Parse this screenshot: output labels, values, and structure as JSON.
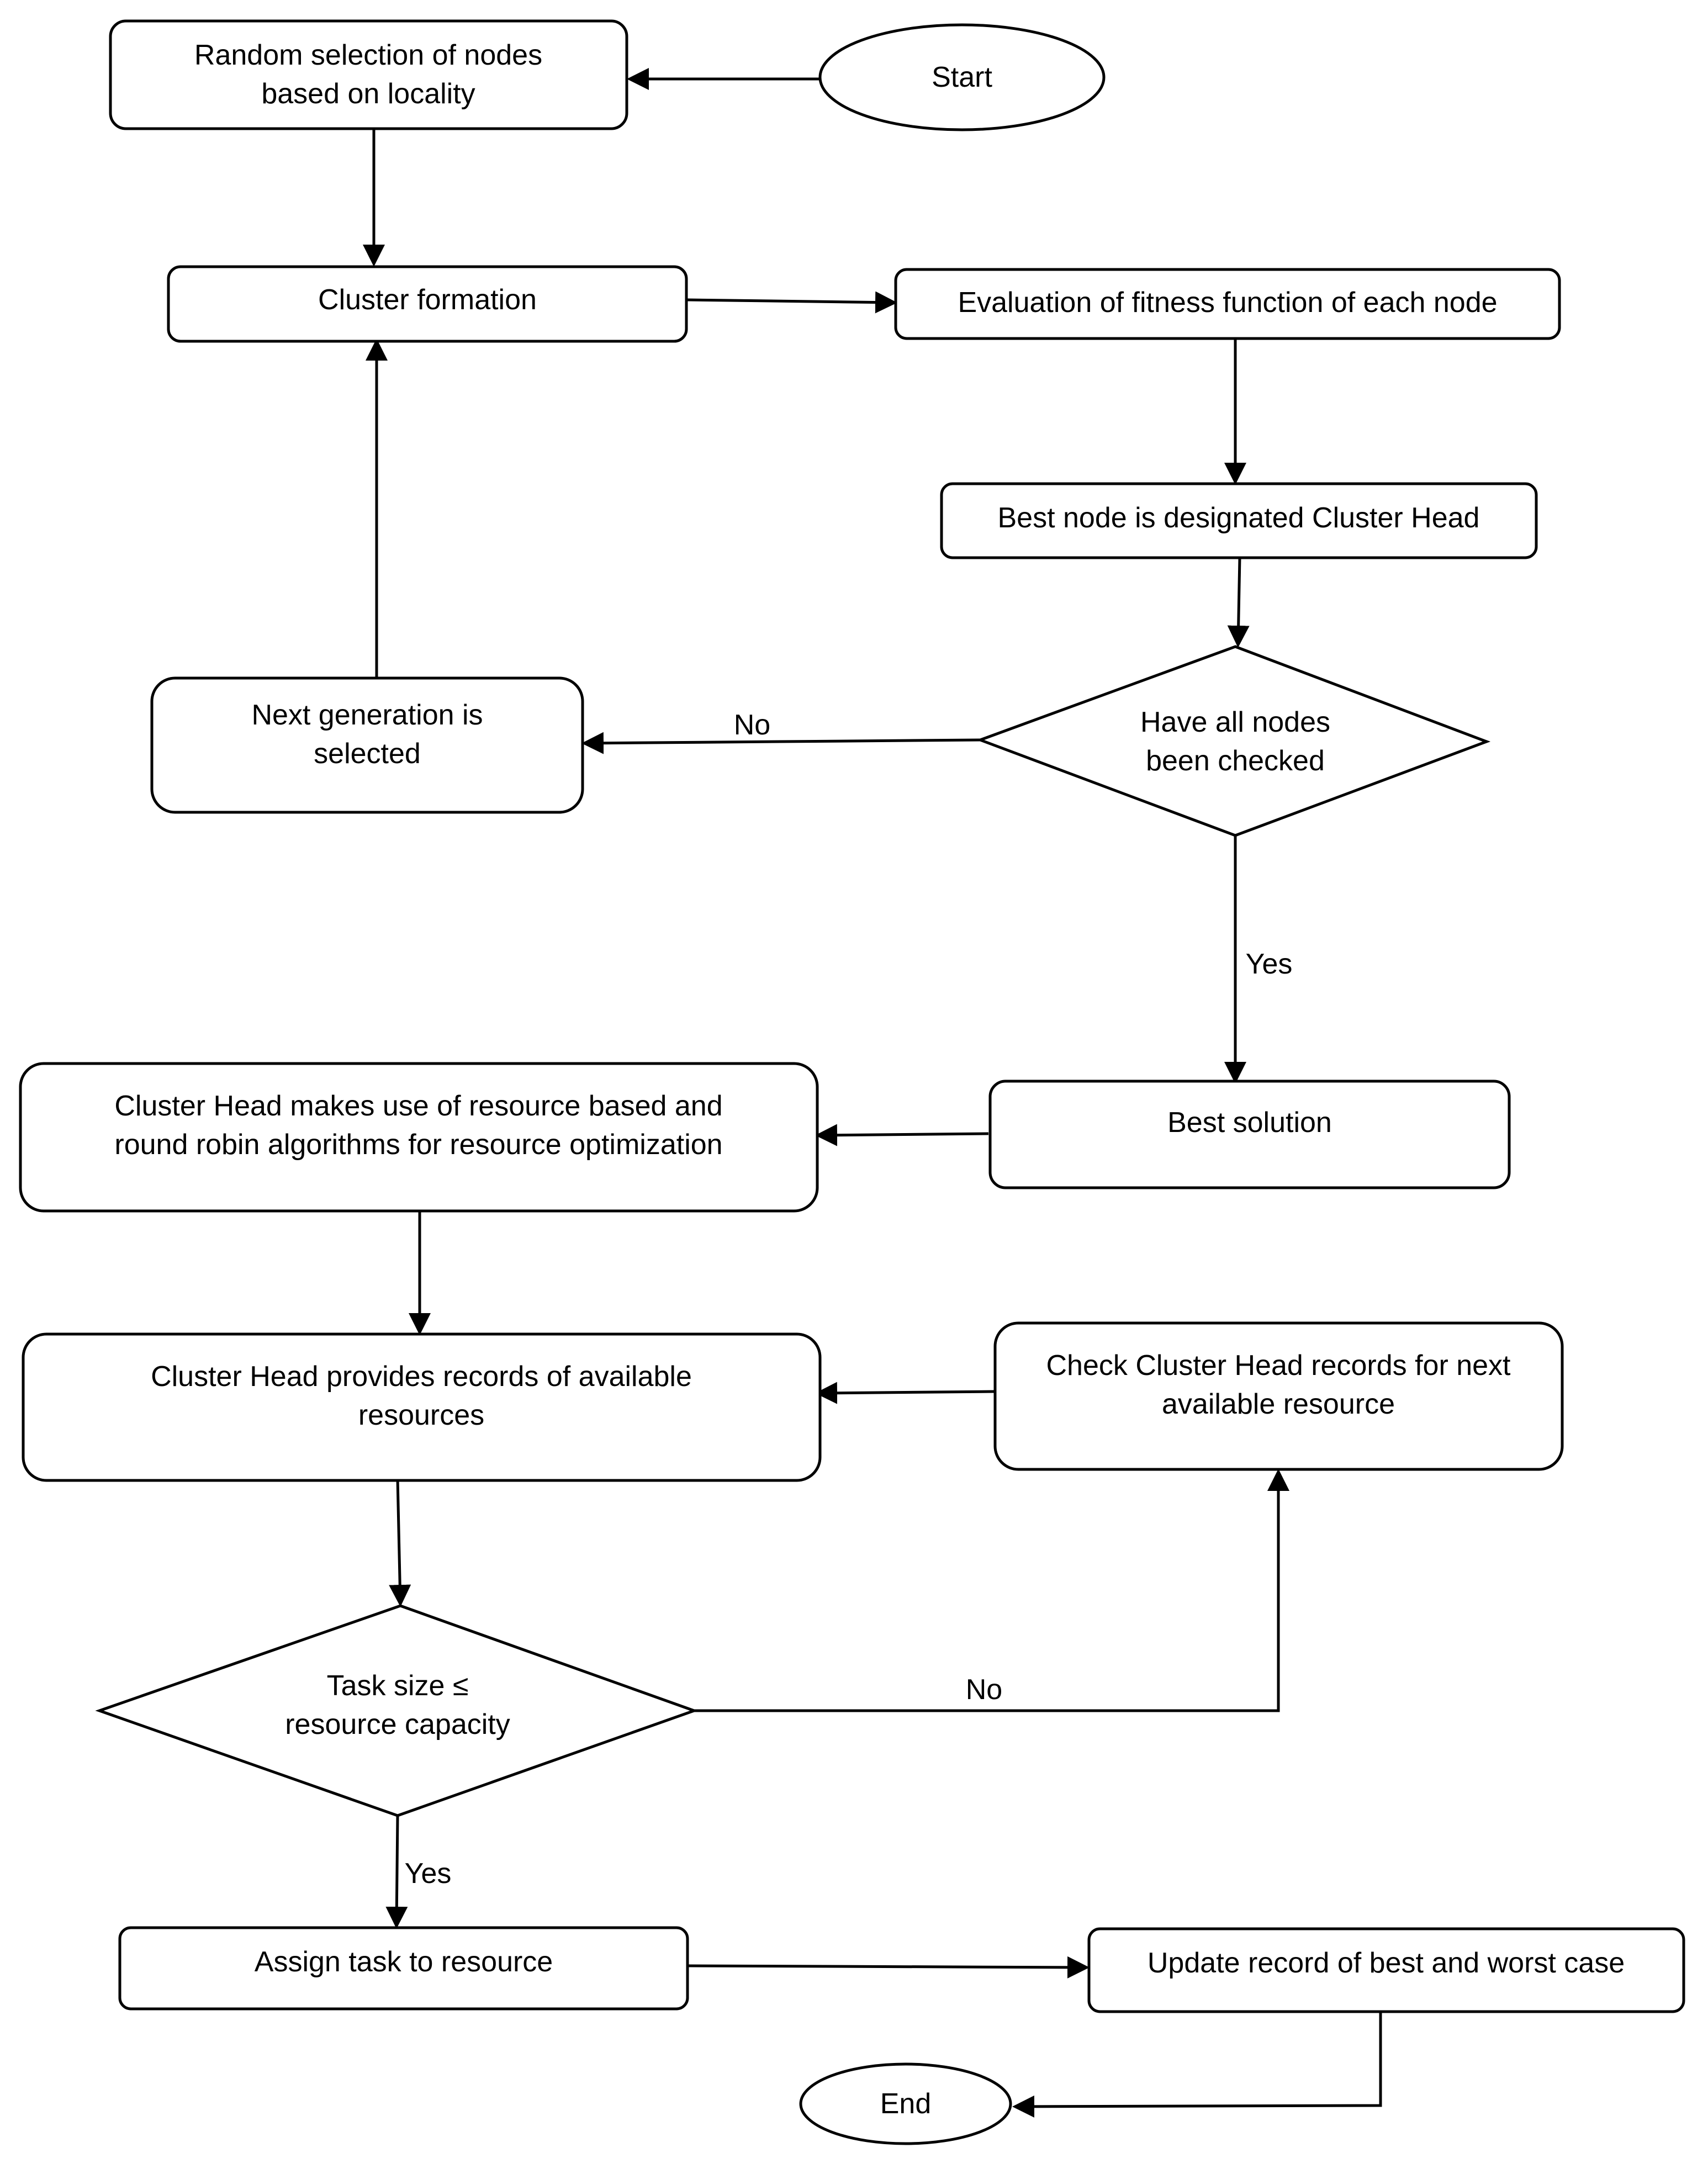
{
  "nodes": {
    "start": "Start",
    "random_selection": "Random selection of nodes\nbased on locality",
    "cluster_formation": "Cluster formation",
    "evaluation": "Evaluation of fitness function of each node",
    "best_node": "Best node is designated Cluster Head",
    "all_checked": "Have all nodes\nbeen checked",
    "next_generation": "Next generation is\nselected",
    "best_solution": "Best solution",
    "ch_algorithms": "Cluster Head makes use of resource based and\nround robin algorithms for resource optimization",
    "ch_records": "Cluster Head provides records of available\nresources",
    "check_records": "Check Cluster Head records for next\navailable resource",
    "task_size": "Task size ≤\nresource capacity",
    "assign_task": "Assign task to resource",
    "update_record": "Update record of best and worst case",
    "end": "End"
  },
  "edge_labels": {
    "no_checked": "No",
    "yes_checked": "Yes",
    "no_capacity": "No",
    "yes_capacity": "Yes"
  }
}
